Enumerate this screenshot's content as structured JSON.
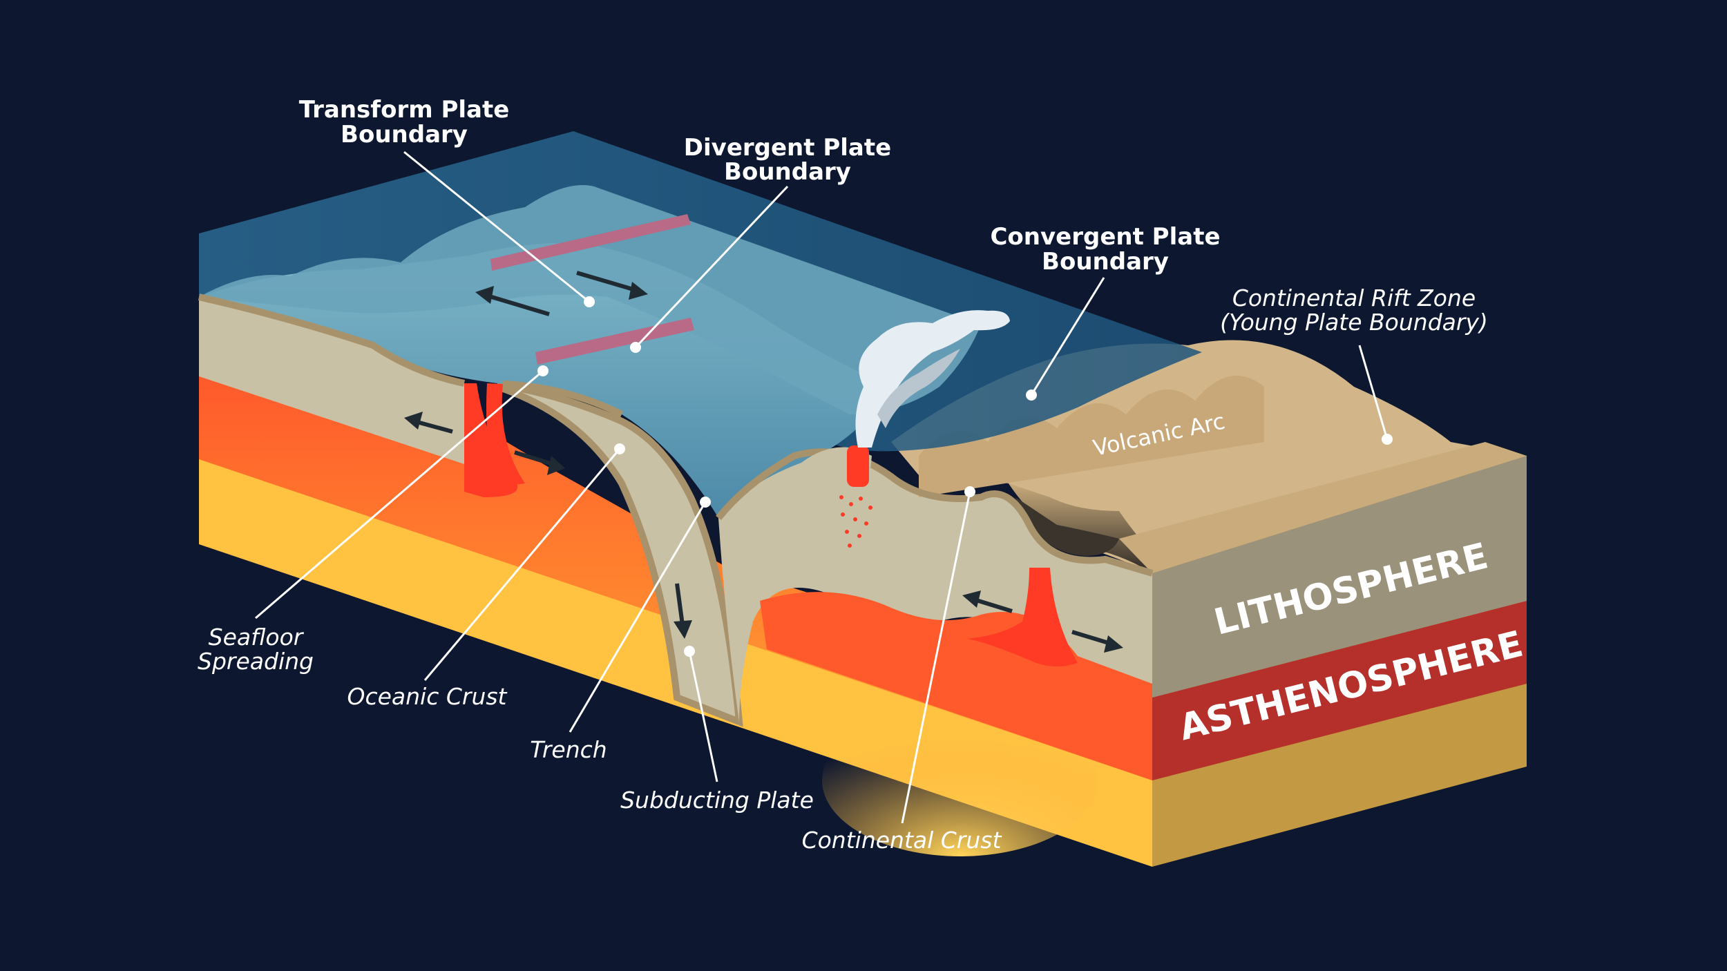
{
  "colors": {
    "background": "#0d1730",
    "ocean": "#5f9bb5",
    "ocean_deep": "#2f6a8c",
    "crust": "#c9c1a6",
    "crust_edge": "#a8926b",
    "continent": "#d2b68a",
    "magma": "#ff4a2a",
    "asthenosphere": "#ff7d2e",
    "mantle": "#ffc241",
    "plume": "#e6edf3"
  },
  "labels": {
    "transform": [
      "Transform Plate",
      "Boundary"
    ],
    "divergent": [
      "Divergent Plate",
      "Boundary"
    ],
    "convergent": [
      "Convergent Plate",
      "Boundary"
    ],
    "rift": [
      "Continental Rift Zone",
      "(Young Plate Boundary)"
    ],
    "seafloor": [
      "Seafloor",
      "Spreading"
    ],
    "oceanic_crust": "Oceanic Crust",
    "trench": "Trench",
    "subducting": "Subducting Plate",
    "continental_crust": "Continental Crust",
    "volcanic_arc": "Volcanic Arc",
    "lithosphere": "LITHOSPHERE",
    "asthenosphere": "ASTHENOSPHERE"
  },
  "icons": {
    "motion": "plate-motion-arrow-icon",
    "pointer": "leader-dot-icon"
  }
}
